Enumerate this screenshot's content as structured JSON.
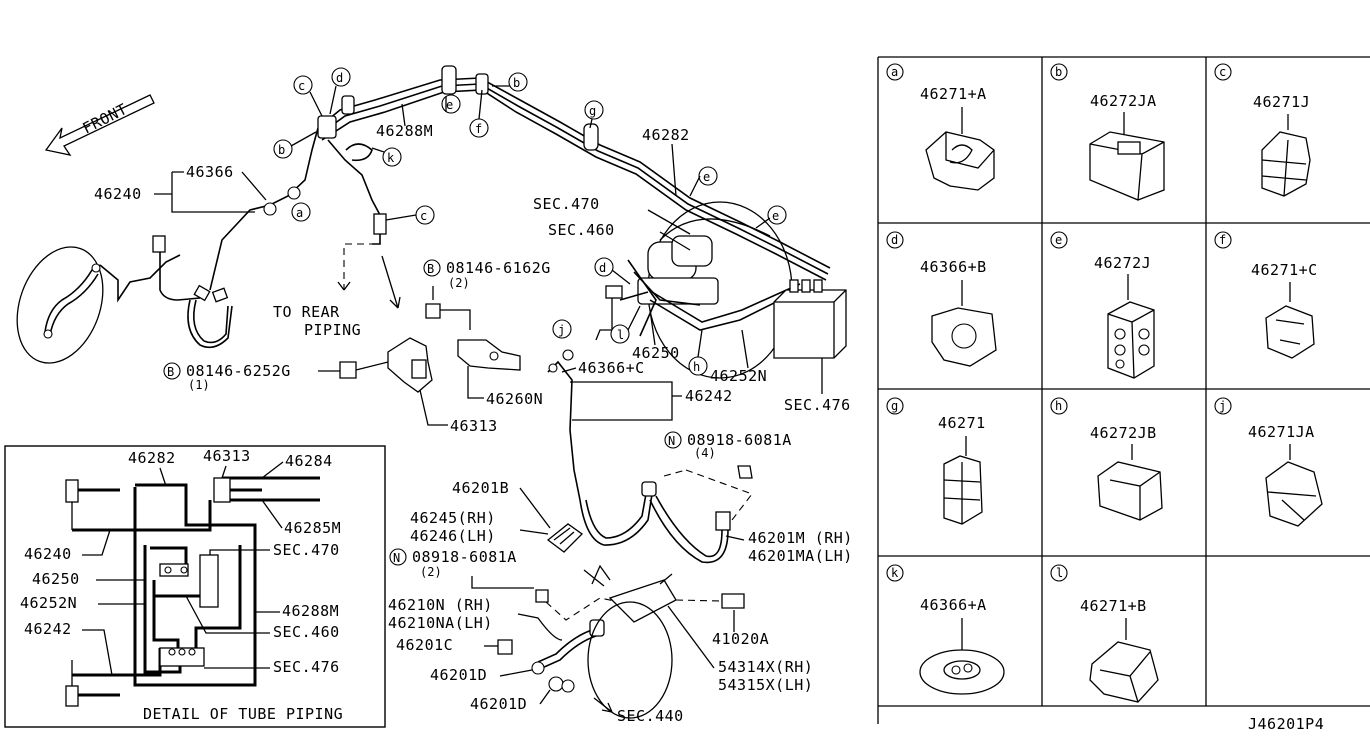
{
  "diagram": {
    "code": "J46201P4",
    "front_label": "FRONT",
    "rear_note_line1": "TO REAR",
    "rear_note_line2": "PIPING",
    "labels": {
      "p46366": "46366",
      "p46240": "46240",
      "p46288M": "46288M",
      "p46282": "46282",
      "sec470": "SEC.470",
      "sec460": "SEC.460",
      "b08146_6162G": "08146-6162G",
      "b08146_6162G_qty": "(2)",
      "b08146_6252G": "08146-6252G",
      "b08146_6252G_qty": "(1)",
      "p46260N": "46260N",
      "p46313": "46313",
      "p46250": "46250",
      "p46252N": "46252N",
      "sec476": "SEC.476",
      "p46366C": "46366+C",
      "p46242": "46242",
      "n08918_6081A_top": "08918-6081A",
      "n08918_6081A_top_qty": "(4)",
      "p46201B": "46201B",
      "p46245": "46245(RH)",
      "p46246": "46246(LH)",
      "p46201M": "46201M  (RH)",
      "p46201MA": "46201MA(LH)",
      "n08918_6081A_low": "08918-6081A",
      "n08918_6081A_low_qty": "(2)",
      "p46210N": "46210N  (RH)",
      "p46210NA": "46210NA(LH)",
      "p41020A": "41020A",
      "p46201C": "46201C",
      "p46201D_a": "46201D",
      "p46201D_b": "46201D",
      "p54314X": "54314X(RH)",
      "p54315X": "54315X(LH)",
      "sec440": "SEC.440"
    },
    "markers": [
      "a",
      "b",
      "c",
      "d",
      "e",
      "f",
      "g",
      "h",
      "j",
      "k",
      "l",
      "B",
      "N"
    ]
  },
  "detail": {
    "title": "DETAIL OF TUBE PIPING",
    "labels": {
      "d46282": "46282",
      "d46313": "46313",
      "d46284": "46284",
      "d46285M": "46285M",
      "d46240": "46240",
      "dsec470": "SEC.470",
      "d46250": "46250",
      "d46252N": "46252N",
      "d46288M": "46288M",
      "dsec460": "SEC.460",
      "d46242": "46242",
      "dsec476": "SEC.476"
    }
  },
  "legend": [
    {
      "marker": "a",
      "part": "46271+A"
    },
    {
      "marker": "b",
      "part": "46272JA"
    },
    {
      "marker": "c",
      "part": "46271J"
    },
    {
      "marker": "d",
      "part": "46366+B"
    },
    {
      "marker": "e",
      "part": "46272J"
    },
    {
      "marker": "f",
      "part": "46271+C"
    },
    {
      "marker": "g",
      "part": "46271"
    },
    {
      "marker": "h",
      "part": "46272JB"
    },
    {
      "marker": "j",
      "part": "46271JA"
    },
    {
      "marker": "k",
      "part": "46366+A"
    },
    {
      "marker": "l",
      "part": "46271+B"
    }
  ]
}
